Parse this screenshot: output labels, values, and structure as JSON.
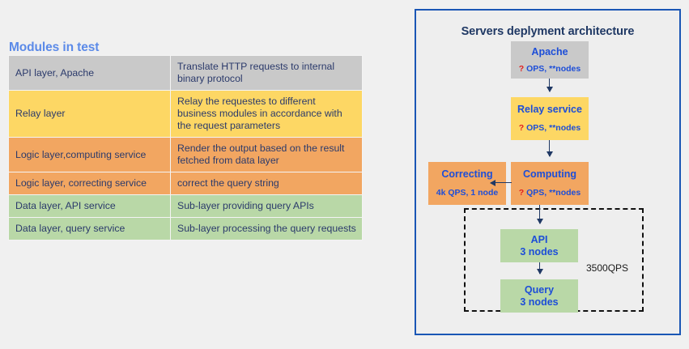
{
  "modules": {
    "title": "Modules in test",
    "rows": [
      {
        "module": "API layer, Apache",
        "description": "Translate HTTP requests to internal binary protocol",
        "color": "#c9c9c9"
      },
      {
        "module": "Relay layer",
        "description": "Relay the requestes to different business modules in accordance with the request parameters",
        "color": "#fdd764"
      },
      {
        "module": "Logic layer,computing service",
        "description": "Render the output based on the result fetched from data layer",
        "color": "#f2a661"
      },
      {
        "module": "Logic layer, correcting service",
        "description": "correct the query string",
        "color": "#f2a661"
      },
      {
        "module": "Data layer, API service",
        "description": "Sub-layer providing query APIs",
        "color": "#b9d8a7"
      },
      {
        "module": "Data layer, query service",
        "description": "Sub-layer processing the query requests",
        "color": "#b9d8a7"
      }
    ]
  },
  "architecture": {
    "title": "Servers deplyment architecture",
    "panel_border_color": "#1a56b5",
    "nodes": {
      "apache": {
        "name": "Apache",
        "meta_prefix": "?",
        "meta": " OPS, **nodes",
        "color": "#c9c9c9"
      },
      "relay": {
        "name": "Relay service",
        "meta_prefix": "?",
        "meta": " OPS, **nodes",
        "color": "#fdd764"
      },
      "computing": {
        "name": "Computing",
        "meta_prefix": "?",
        "meta": " QPS, **nodes",
        "color": "#f2a661"
      },
      "correcting": {
        "name": "Correcting",
        "meta_prefix": "",
        "meta": "4k QPS, 1 node",
        "color": "#f2a661"
      },
      "api": {
        "name": "API",
        "sub": "3 nodes",
        "color": "#b9d8a7"
      },
      "query": {
        "name": "Query",
        "sub": "3 nodes",
        "color": "#b9d8a7"
      }
    },
    "qps_label": "3500QPS"
  }
}
